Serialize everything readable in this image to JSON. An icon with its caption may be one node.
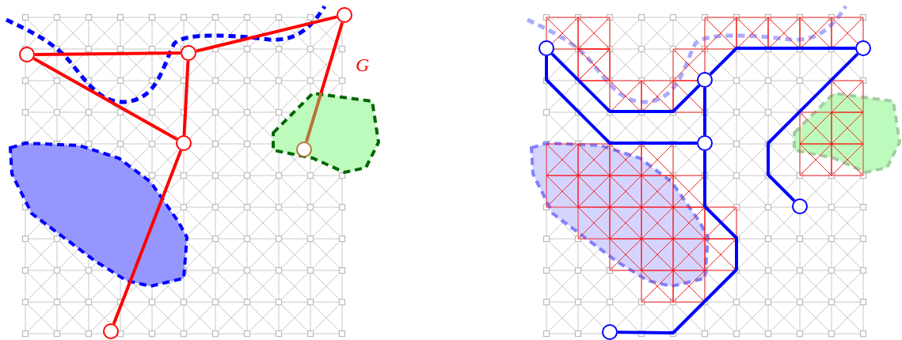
{
  "diagram": {
    "nodes": [
      {
        "text": [],
        "shape": "circle"
      },
      {
        "text": [],
        "shape": "circle"
      },
      {
        "text": [],
        "shape": "circle"
      },
      {
        "text": [],
        "shape": "circle"
      },
      {
        "text": [],
        "shape": "circle"
      },
      {
        "text": [],
        "shape": "circle"
      },
      {
        "text": [],
        "shape": "circle"
      },
      {
        "text": [],
        "shape": "circle"
      },
      {
        "text": [],
        "shape": "circle"
      },
      {
        "text": [],
        "shape": "circle"
      },
      {
        "text": [],
        "shape": "circle"
      },
      {
        "text": [],
        "shape": "circle"
      }
    ],
    "edges": [
      {
        "from": 0,
        "to": 3,
        "arrow": "none",
        "color": "#ff0000"
      },
      {
        "from": 3,
        "to": 5,
        "arrow": "none",
        "color": "#ff0000"
      },
      {
        "from": 0,
        "to": 2,
        "arrow": "none",
        "color": "#ff0000"
      },
      {
        "from": 3,
        "to": 2,
        "arrow": "none",
        "color": "#ff0000"
      },
      {
        "from": 2,
        "to": 1,
        "arrow": "none",
        "color": "#ff0000"
      },
      {
        "from": 5,
        "to": 4,
        "arrow": "none",
        "color": "#ff0000"
      },
      {
        "from": 6,
        "to": 9,
        "arrow": "none"
      },
      {
        "from": 6,
        "to": 8,
        "arrow": "none"
      },
      {
        "from": 8,
        "to": 11,
        "arrow": "none"
      },
      {
        "from": 8,
        "to": 9,
        "arrow": "none"
      },
      {
        "from": 9,
        "to": 7,
        "arrow": "none"
      },
      {
        "from": 11,
        "to": 10,
        "arrow": "none"
      }
    ],
    "labels": [
      "G"
    ]
  }
}
